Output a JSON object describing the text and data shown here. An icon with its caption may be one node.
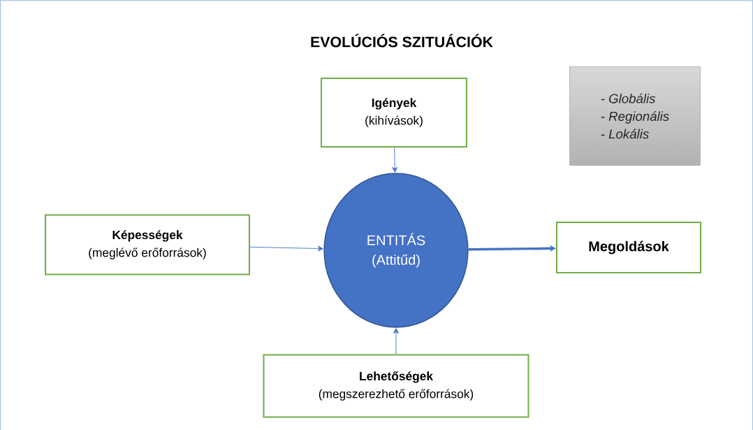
{
  "diagram": {
    "title": "EVOLÚCIÓS SZITUÁCIÓK",
    "nodes": [
      {
        "text": [
          "Igények",
          "(kihívások)"
        ]
      },
      {
        "text": [
          "- Globális",
          "- Regionális",
          "- Lokális"
        ]
      },
      {
        "text": [
          "Képességek",
          "(meglévő erőforrások)"
        ]
      },
      {
        "text": [
          "ENTITÁS",
          "(Attitűd)"
        ]
      },
      {
        "text": [
          "Megoldások"
        ]
      },
      {
        "text": [
          "Lehetőségek",
          "(megszerezhető erőforrások)"
        ]
      }
    ],
    "edges": [
      {
        "from": 0,
        "to": 3,
        "arrow": "to"
      },
      {
        "from": 2,
        "to": 3,
        "arrow": "to"
      },
      {
        "from": 3,
        "to": 4,
        "arrow": "to",
        "style": "thick"
      },
      {
        "from": 5,
        "to": 3,
        "arrow": "to"
      }
    ]
  }
}
